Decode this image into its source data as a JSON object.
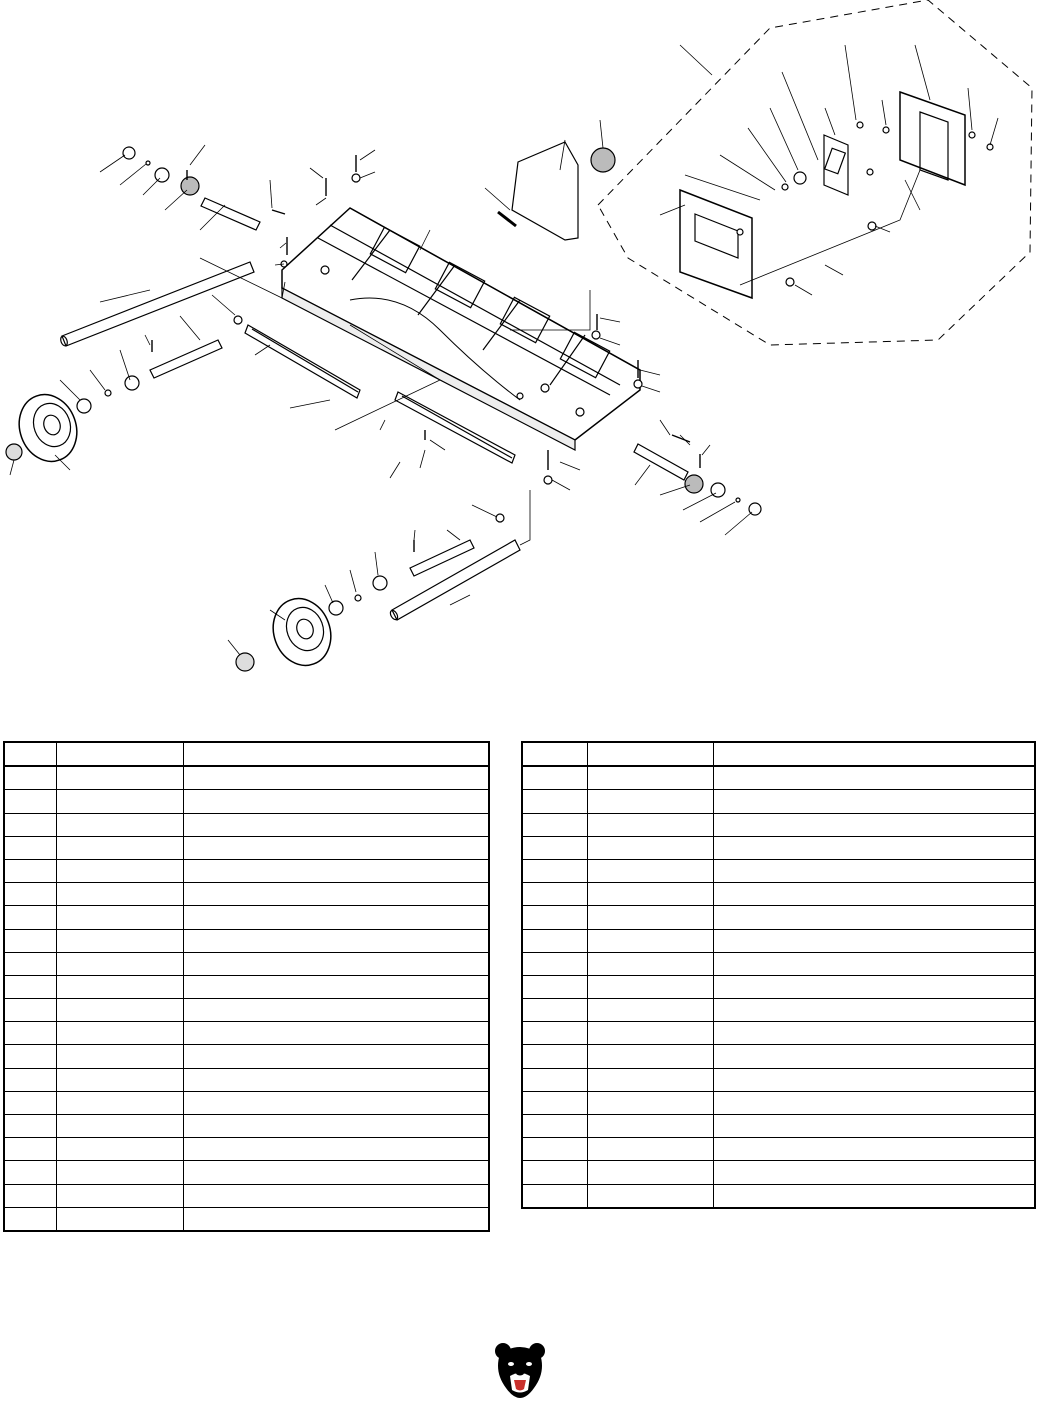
{
  "logo_icon": "bear-head-icon",
  "colors": {
    "ink": "#000000",
    "paper": "#ffffff",
    "logo_mouth": "#c9302c"
  },
  "table_left": {
    "rows": 21,
    "columns": 3
  },
  "table_right": {
    "rows": 20,
    "columns": 3
  }
}
